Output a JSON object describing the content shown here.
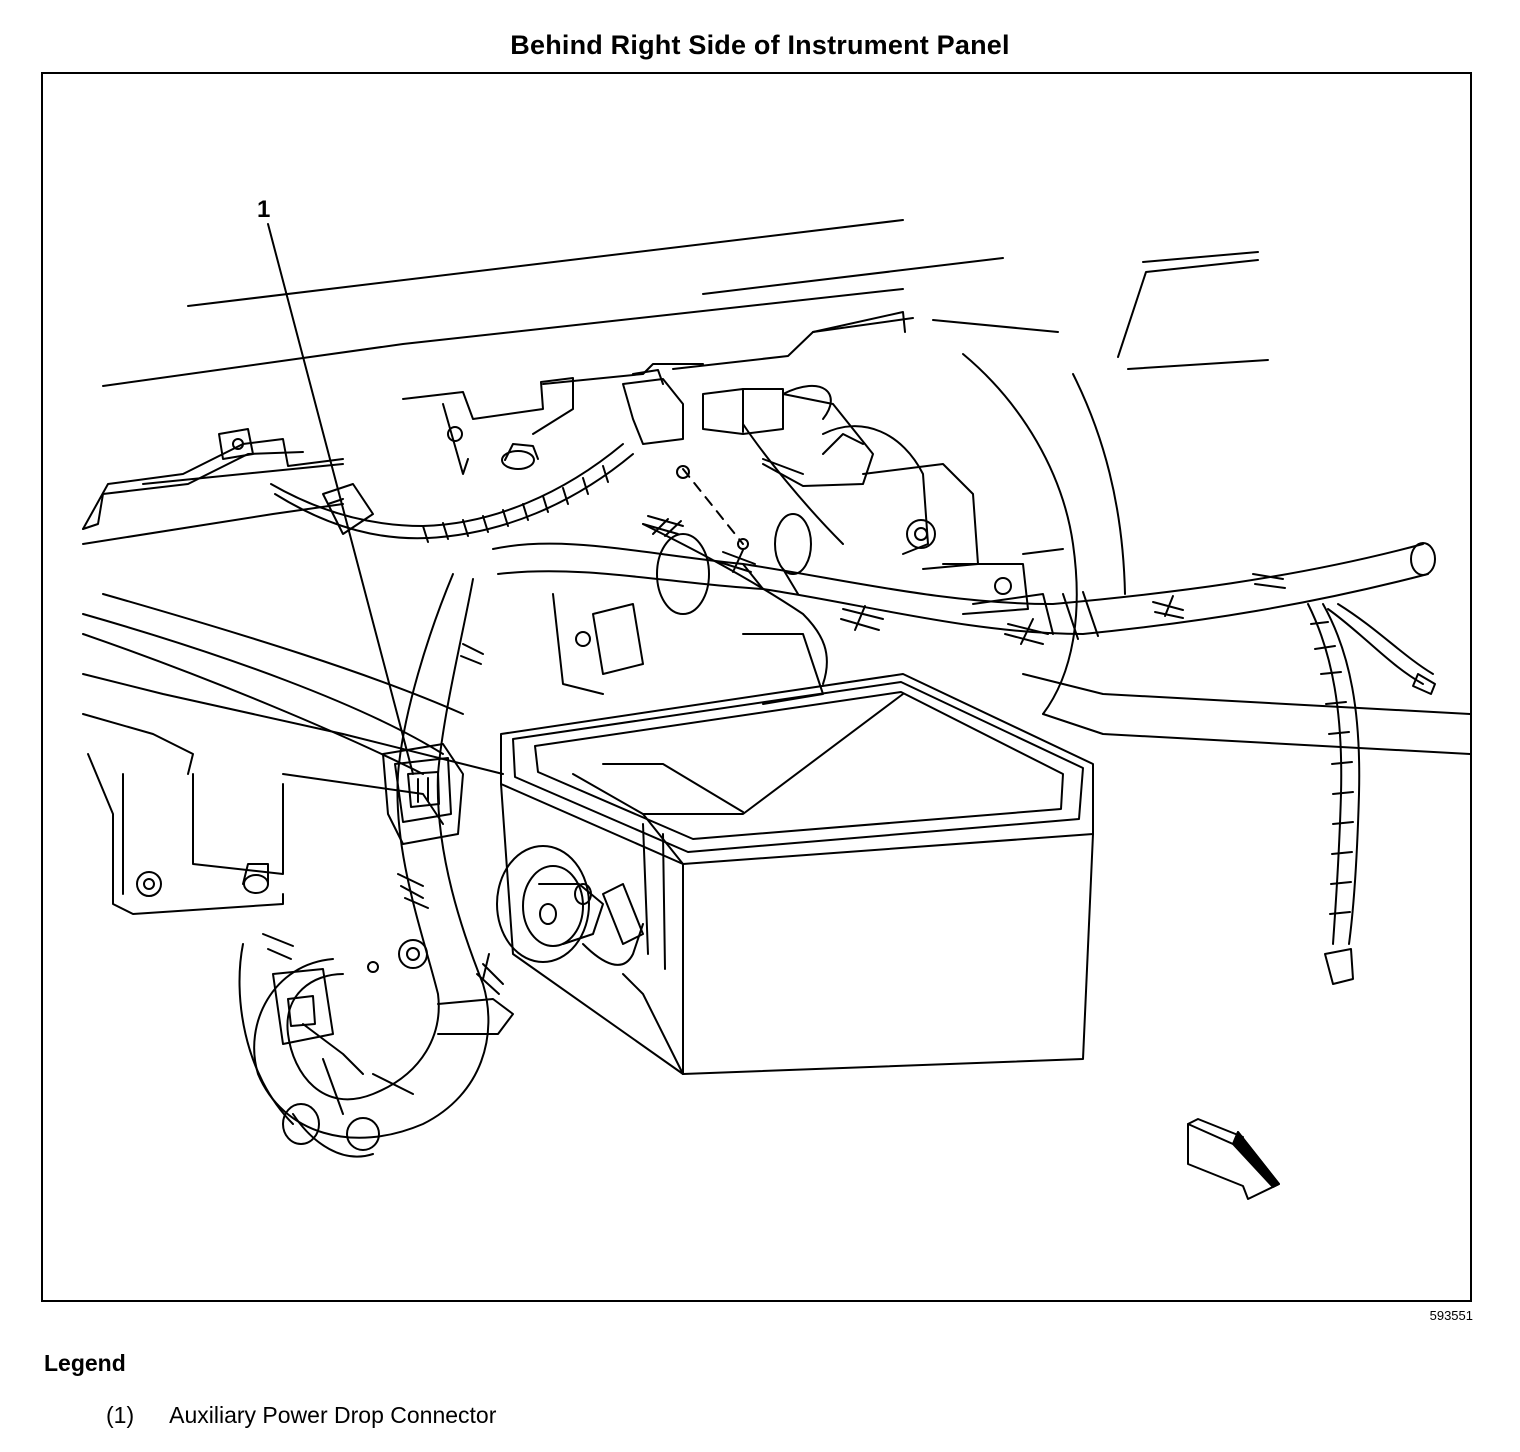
{
  "title": "Behind Right Side of Instrument Panel",
  "figure_id": "593551",
  "callouts": [
    {
      "label": "1"
    }
  ],
  "legend": {
    "heading": "Legend",
    "items": [
      {
        "number": "(1)",
        "text": "Auxiliary Power Drop Connector"
      }
    ]
  }
}
